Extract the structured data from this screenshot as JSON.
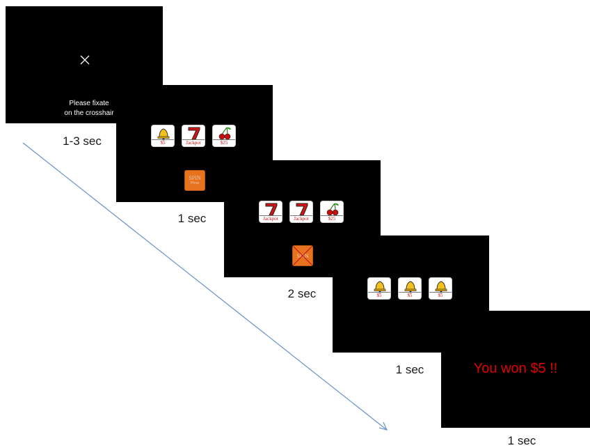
{
  "arrow_color": "#6a93c9",
  "slot_label_color": "#cc1111",
  "win_text_color": "#e00000",
  "spin_color": "#e8731f",
  "screens": [
    {
      "fixation_icon": "crosshair-icon",
      "text_line1": "Please fixate",
      "text_line2": "on the crosshair",
      "duration": "1-3 sec"
    },
    {
      "slots": [
        {
          "icon": "bell-icon",
          "label": "$5"
        },
        {
          "icon": "seven-icon",
          "label": "Jackpot"
        },
        {
          "icon": "cherry-icon",
          "label": "$25"
        }
      ],
      "spin_line1": "SPIN",
      "spin_line2": "Press",
      "duration": "1 sec"
    },
    {
      "slots": [
        {
          "icon": "seven-icon",
          "label": "Jackpot"
        },
        {
          "icon": "seven-icon",
          "label": "Jackpot"
        },
        {
          "icon": "cherry-icon",
          "label": "$25"
        }
      ],
      "spin_line1": "SPIN",
      "spin_crossed": true,
      "duration": "2 sec"
    },
    {
      "slots": [
        {
          "icon": "bell-icon",
          "label": "$5"
        },
        {
          "icon": "bell-icon",
          "label": "$5"
        },
        {
          "icon": "bell-icon",
          "label": "$5"
        }
      ],
      "duration": "1 sec"
    },
    {
      "message": "You won $5 !!",
      "duration": "1 sec"
    }
  ]
}
